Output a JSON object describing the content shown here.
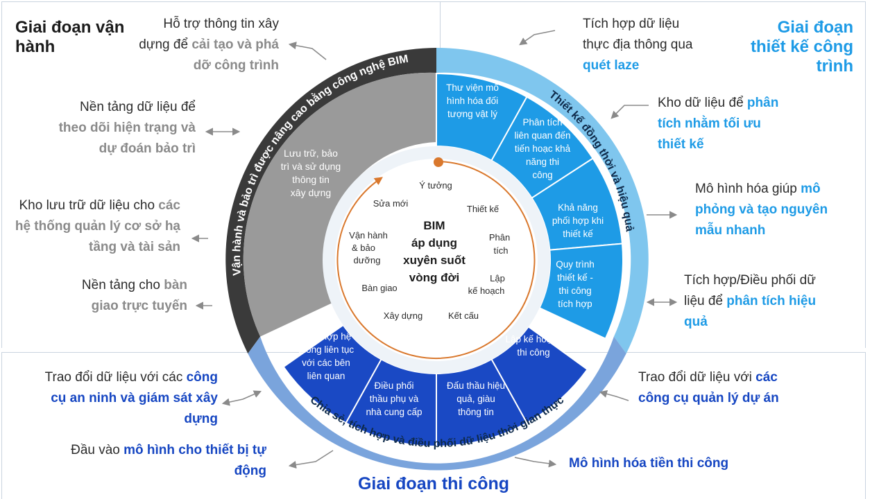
{
  "phases": {
    "operation": "Giai đoạn vận hành",
    "design": "Giai đoạn thiết kế công trình",
    "construction": "Giai đoạn thi công"
  },
  "ring_labels": {
    "operation": "Vận hành và bảo trì được nâng cao bằng công nghệ BIM",
    "design": "Thiết kế đồng thời và hiệu quả",
    "construction": "Chia sẻ, tích hợp và điều phối dữ liệu thời gian thực"
  },
  "center": {
    "title": [
      "BIM",
      "áp dụng",
      "xuyên suốt",
      "vòng đời"
    ],
    "cycle": {
      "idea": "Ý tưởng",
      "design": "Thiết kế",
      "analysis": [
        "Phân",
        "tích"
      ],
      "planning": [
        "Lập",
        "kế hoạch"
      ],
      "structure": "Kết cấu",
      "build": "Xây dựng",
      "handover": "Bàn giao",
      "operate": [
        "Vận hành",
        "& bảo",
        "dưỡng"
      ],
      "renovate": "Sửa mới"
    }
  },
  "segments": {
    "gray": [
      "Lưu trữ, bảo",
      "trì và sử dụng",
      "thông tin",
      "xây dựng"
    ],
    "design": [
      [
        "Thư viện mô",
        "hình hóa đối",
        "tượng vật lý"
      ],
      [
        "Phân tích",
        "liên quan đến",
        "tiến hoạc khả",
        "năng thi",
        "công"
      ],
      [
        "Khả năng",
        "phối hợp khi",
        "thiết kế"
      ],
      [
        "Quy trình",
        "thiết kế -",
        "thi công",
        "tích hợp"
      ]
    ],
    "construction": [
      [
        "Lập kế hoạch",
        "thi công"
      ],
      [
        "Đấu thầu hiệu",
        "quả, giàu",
        "thông tin"
      ],
      [
        "Điều phối",
        "thầu phụ và",
        "nhà cung cấp"
      ],
      [
        "Tích hợp hệ",
        "thống liên tục",
        "với các bên",
        "liên quan"
      ]
    ]
  },
  "notes": {
    "op1": {
      "pre": "Hỗ trợ thông tin xây dựng để ",
      "hl": "cải tạo và phá dỡ công trình"
    },
    "op2": {
      "pre": "Nền tảng dữ liệu để ",
      "hl": "theo dõi hiện trạng và dự đoán bảo trì"
    },
    "op3": {
      "pre": "Kho lưu trữ dữ liệu cho ",
      "hl": "các hệ thống quản lý cơ sở hạ tầng và tài sản"
    },
    "op4": {
      "pre": "Nền tảng cho ",
      "hl": "bàn giao trực tuyến"
    },
    "de1": {
      "pre": "Tích hợp dữ liệu thực địa thông qua ",
      "hl": "quét laze"
    },
    "de2": {
      "pre": "Kho dữ liệu để ",
      "hl": "phân tích nhằm tối ưu thiết kế"
    },
    "de3": {
      "pre": "Mô hình hóa giúp ",
      "hl": "mô phỏng và tạo nguyên mẫu nhanh"
    },
    "de4": {
      "pre": "Tích hợp/Điều phối dữ liệu để ",
      "hl": "phân tích hiệu quả"
    },
    "co1": {
      "pre": "Trao đổi dữ liệu với các ",
      "hl": "công cụ an ninh và giám sát xây dựng"
    },
    "co2": {
      "pre": "Đầu vào ",
      "hl": "mô hình cho thiết bị tự động"
    },
    "co3": {
      "pre": "Trao đổi dữ liệu với ",
      "hl": "các công cụ quản lý dự án"
    },
    "co4": {
      "pre": "",
      "hl": "Mô hình hóa tiền thi công"
    }
  },
  "colors": {
    "gray": "#9a9a9a",
    "light_blue": "#1e9be6",
    "mid_blue": "#73c1ec",
    "dark_blue": "#1a49c4",
    "ring_dark": "#7aa4dc",
    "accent": "#d9782d"
  }
}
